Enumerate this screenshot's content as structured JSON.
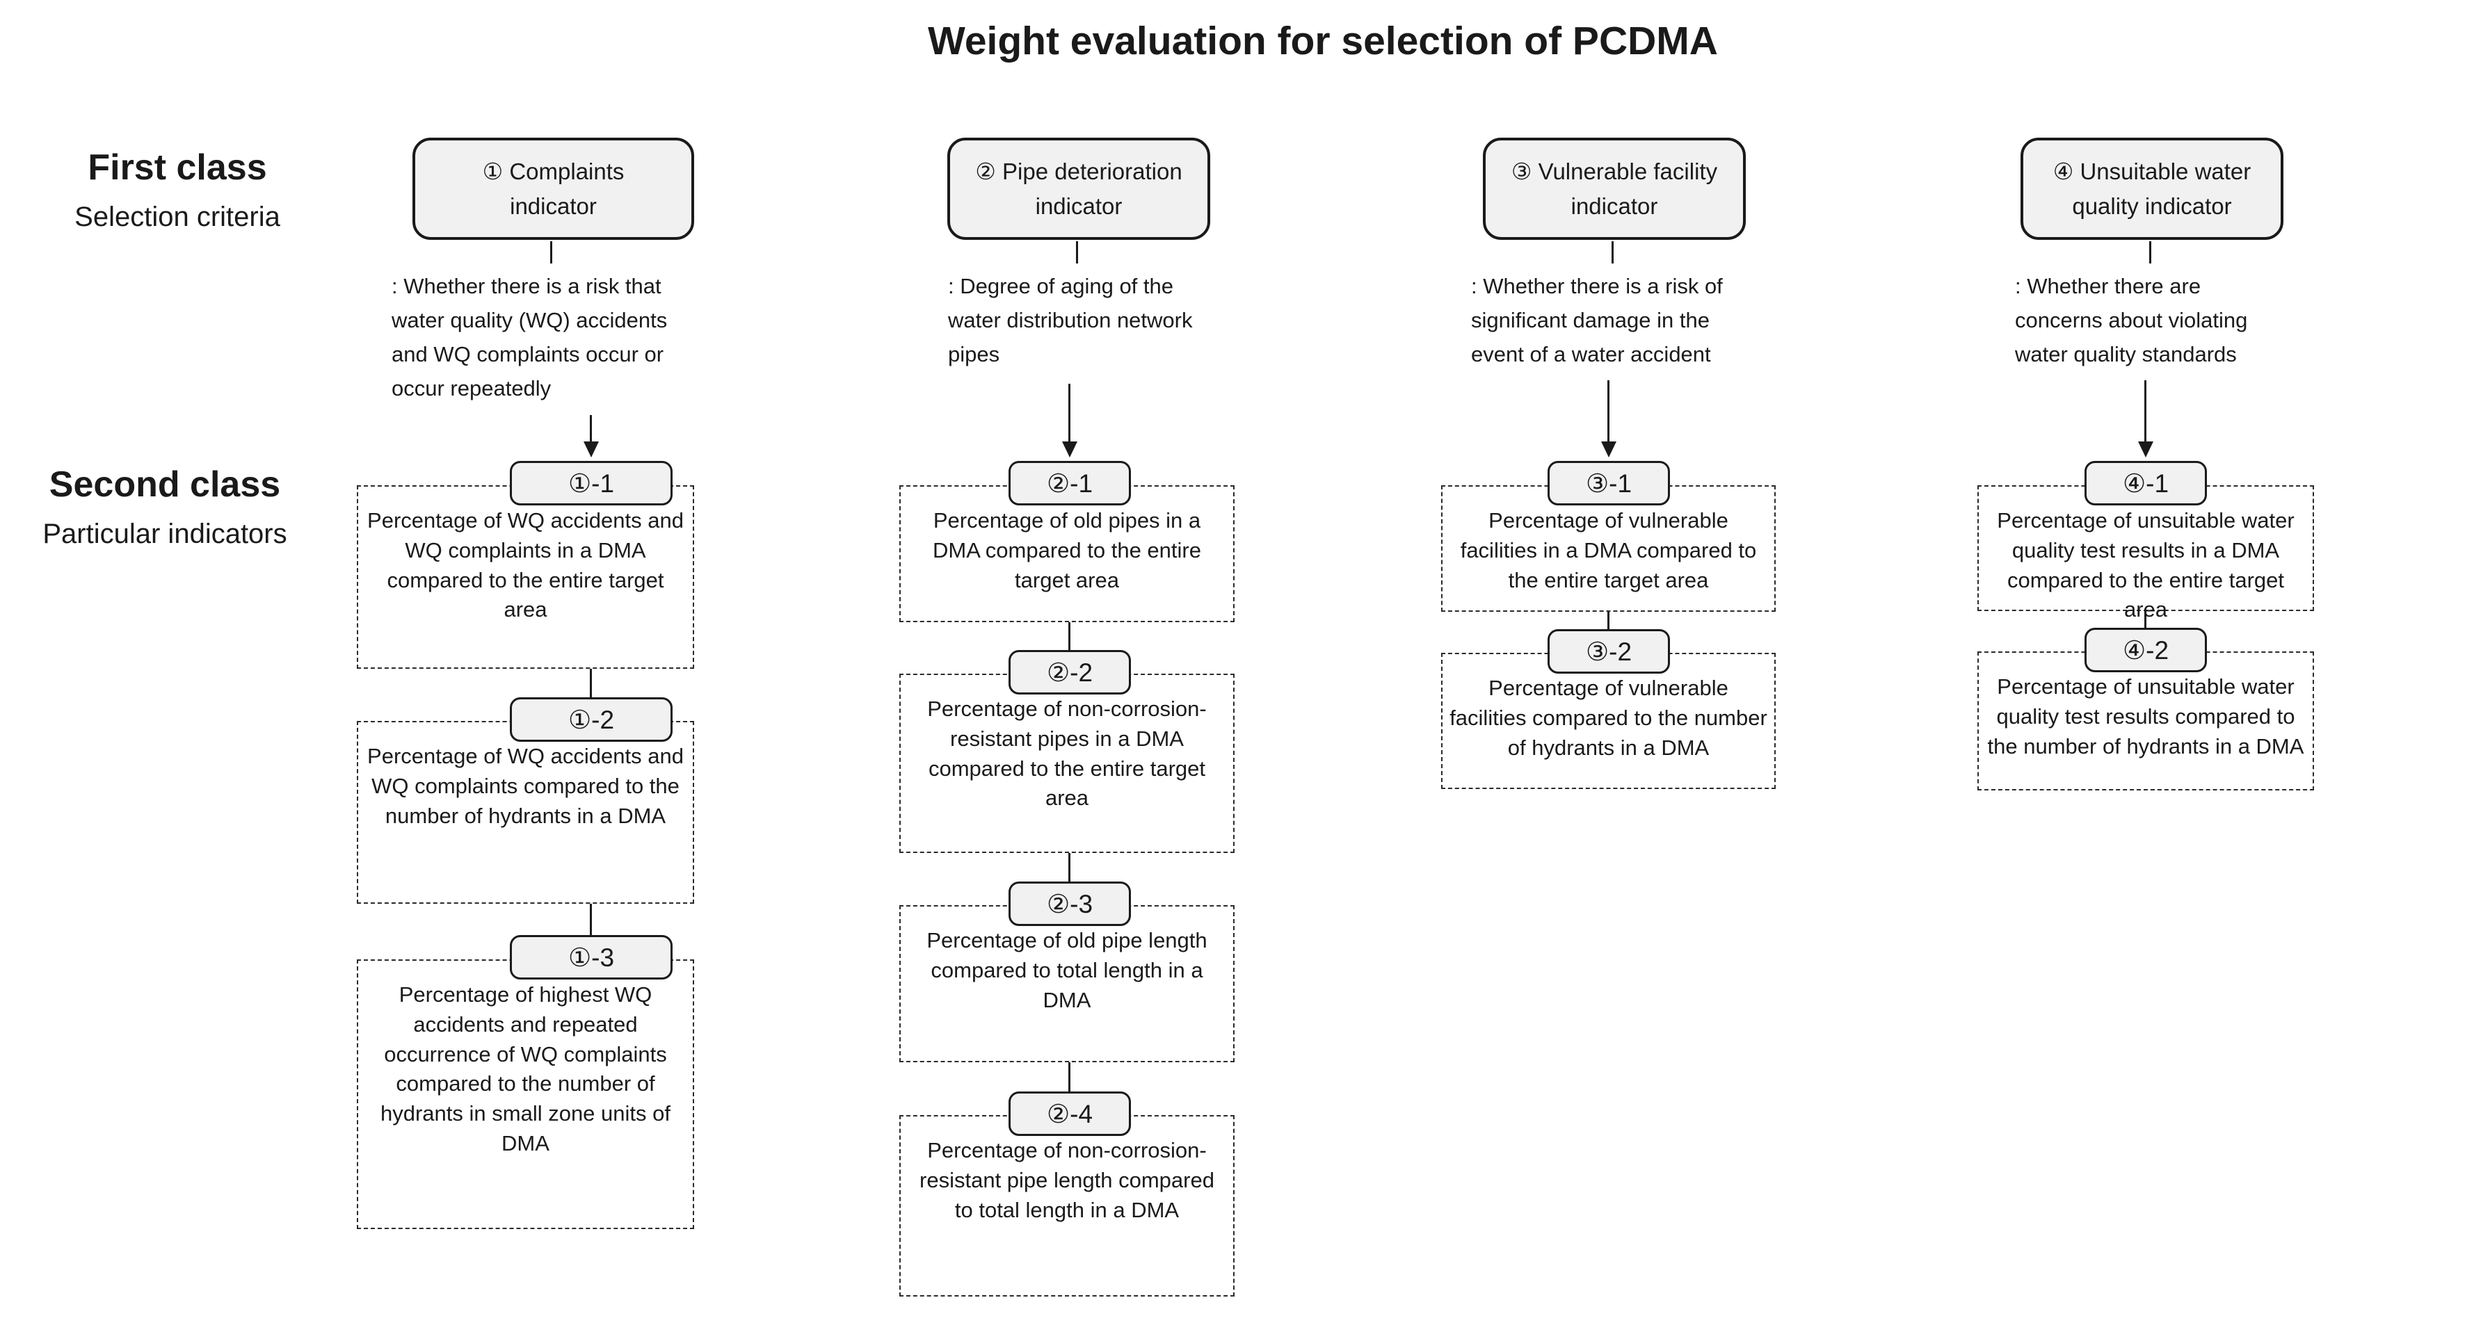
{
  "title": "Weight evaluation for selection of PCDMA",
  "row_labels": {
    "first_class": {
      "title": "First class",
      "subtitle": "Selection criteria"
    },
    "second_class": {
      "title": "Second class",
      "subtitle": "Particular indicators"
    }
  },
  "colors": {
    "box_fill": "#f1f1f1",
    "line": "#1a1a1a",
    "text": "#1a1a1a",
    "background": "#ffffff"
  },
  "columns": [
    {
      "header": "① Complaints\nindicator",
      "description": ": Whether there is a risk that\nwater quality (WQ) accidents\nand WQ complaints occur or\noccur repeatedly",
      "items": [
        {
          "tag": "①-1",
          "text": "Percentage of WQ accidents and WQ complaints in a DMA compared to the entire target area"
        },
        {
          "tag": "①-2",
          "text": "Percentage of WQ accidents and WQ complaints compared to the number of hydrants in a DMA"
        },
        {
          "tag": "①-3",
          "text": "Percentage of highest WQ accidents and repeated occurrence of WQ complaints compared to the number of hydrants in small zone units of DMA"
        }
      ]
    },
    {
      "header": "② Pipe deterioration\nindicator",
      "description": ": Degree of aging of the\nwater distribution network\npipes",
      "items": [
        {
          "tag": "②-1",
          "text": "Percentage of old pipes in a DMA compared to the entire target area"
        },
        {
          "tag": "②-2",
          "text": "Percentage of non-corrosion-resistant pipes in a DMA compared to the entire target area"
        },
        {
          "tag": "②-3",
          "text": "Percentage of old pipe length compared to total length in a DMA"
        },
        {
          "tag": "②-4",
          "text": "Percentage of non-corrosion-resistant pipe length compared to total length in a DMA"
        }
      ]
    },
    {
      "header": "③ Vulnerable facility\nindicator",
      "description": ": Whether there is a risk of\nsignificant damage in the\nevent of a water accident",
      "items": [
        {
          "tag": "③-1",
          "text": "Percentage of vulnerable facilities in a DMA compared to the entire target area"
        },
        {
          "tag": "③-2",
          "text": "Percentage of vulnerable facilities compared to the number of hydrants in a DMA"
        }
      ]
    },
    {
      "header": "④ Unsuitable water\nquality indicator",
      "description": ": Whether there are\nconcerns about violating\nwater quality standards",
      "items": [
        {
          "tag": "④-1",
          "text": "Percentage of unsuitable water quality test results in a DMA compared to the entire target area"
        },
        {
          "tag": "④-2",
          "text": "Percentage of unsuitable water quality test results compared to the number of hydrants in a DMA"
        }
      ]
    }
  ]
}
